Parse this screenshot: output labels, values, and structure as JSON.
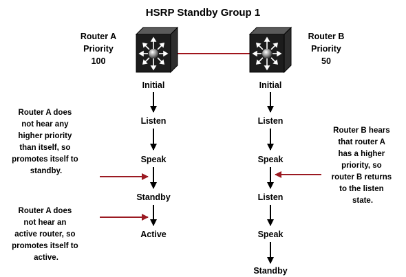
{
  "title": "HSRP Standby Group 1",
  "router_a": {
    "name": "Router A",
    "priority_label": "Priority",
    "priority_value": "100",
    "states": [
      "Initial",
      "Listen",
      "Speak",
      "Standby",
      "Active"
    ]
  },
  "router_b": {
    "name": "Router B",
    "priority_label": "Priority",
    "priority_value": "50",
    "states": [
      "Initial",
      "Listen",
      "Speak",
      "Listen",
      "Speak",
      "Standby"
    ]
  },
  "notes": {
    "a_standby": [
      "Router A does",
      "not hear any",
      "higher priority",
      "than itself, so",
      "promotes itself to",
      "standby."
    ],
    "a_active": [
      "Router A does",
      "not hear an",
      "active router, so",
      "promotes itself to",
      "active."
    ],
    "b_listen": [
      "Router B hears",
      "that router A",
      "has a higher",
      "priority, so",
      "router B returns",
      "to the listen",
      "state."
    ]
  },
  "colors": {
    "link": "#a0141c",
    "pointer_arrow": "#9b1a22",
    "flow_arrow": "#000000",
    "router_body": "#1c1c1c"
  },
  "icons": [
    "router-a-icon",
    "router-b-icon"
  ]
}
